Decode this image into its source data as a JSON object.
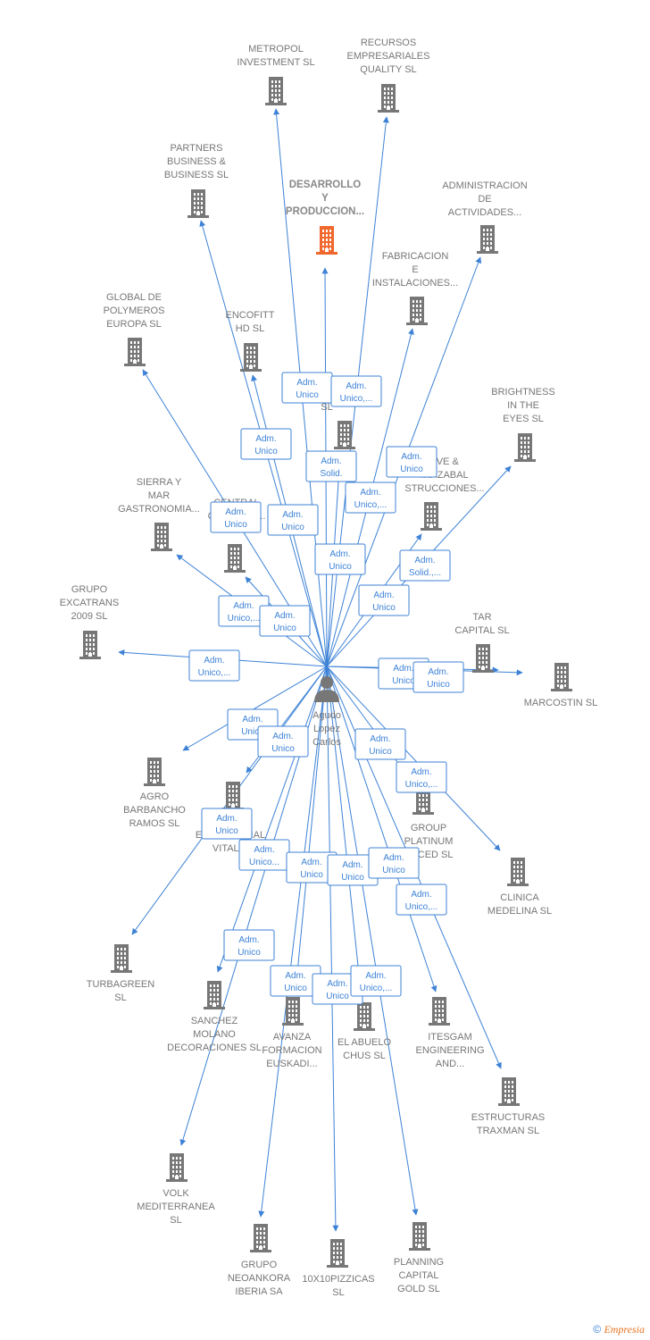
{
  "colors": {
    "edge": "#3d82d6",
    "building": "#777777",
    "highlight": "#f0682d",
    "label": "#777777"
  },
  "center": {
    "lines": [
      "Agudo",
      "Lopez",
      "Carlos"
    ],
    "icon": "person-icon"
  },
  "nodes": [
    {
      "lines": [
        "METROPOL",
        "INVESTMENT SL"
      ],
      "icon": "building-icon"
    },
    {
      "lines": [
        "RECURSOS",
        "EMPRESARIALES",
        "QUALITY  SL"
      ],
      "icon": "building-icon"
    },
    {
      "lines": [
        "PARTNERS",
        "BUSINESS &",
        "BUSINESS  SL"
      ],
      "icon": "building-icon"
    },
    {
      "lines": [
        "DESARROLLO",
        "Y",
        "PRODUCCION..."
      ],
      "icon": "building-icon",
      "highlight": true
    },
    {
      "lines": [
        "ADMINISTRACION",
        "DE",
        "ACTIVIDADES..."
      ],
      "icon": "building-icon"
    },
    {
      "lines": [
        "FABRICACION",
        "E",
        "INSTALACIONES..."
      ],
      "icon": "building-icon"
    },
    {
      "lines": [
        "GLOBAL DE",
        "POLYMEROS",
        "EUROPA  SL"
      ],
      "icon": "building-icon"
    },
    {
      "lines": [
        "ENCOFITT",
        "HD  SL"
      ],
      "icon": "building-icon"
    },
    {
      "lines": [
        "YE",
        "SL"
      ],
      "icon": "building-icon"
    },
    {
      "lines": [
        "BRIGHTNESS",
        "IN THE",
        "EYES  SL"
      ],
      "icon": "building-icon"
    },
    {
      "lines": [
        "AVE &",
        "IRAZABAL",
        "STRUCCIONES..."
      ],
      "icon": "building-icon"
    },
    {
      "lines": [
        "SIERRA Y",
        "MAR",
        "GASTRONOMIA..."
      ],
      "icon": "building-icon"
    },
    {
      "lines": [
        "CENTRAL",
        "COMPRAS..."
      ],
      "icon": "building-icon"
    },
    {
      "lines": [
        "GRUPO",
        "EXCATRANS",
        "2009  SL"
      ],
      "icon": "building-icon"
    },
    {
      "lines": [
        "TAR",
        "CAPITAL  SL"
      ],
      "icon": "building-icon"
    },
    {
      "lines": [
        "MARCOSTIN SL"
      ],
      "icon": "building-icon"
    },
    {
      "lines": [
        "AGRO",
        "BARBANCHO",
        "RAMOS  SL"
      ],
      "icon": "building-icon"
    },
    {
      "lines": [
        "LO",
        "EMPRESARIAL",
        "VITALIA"
      ],
      "icon": "building-icon"
    },
    {
      "lines": [
        "GROUP",
        "PLATINUM",
        "ANCED  SL"
      ],
      "icon": "building-icon"
    },
    {
      "lines": [
        "CLINICA",
        "MEDELINA  SL"
      ],
      "icon": "building-icon"
    },
    {
      "lines": [
        "TURBAGREEN",
        "SL"
      ],
      "icon": "building-icon"
    },
    {
      "lines": [
        "SANCHEZ",
        "MOLANO",
        "DECORACIONES SL"
      ],
      "icon": "building-icon"
    },
    {
      "lines": [
        "AVANZA",
        "FORMACION",
        "EUSKADI..."
      ],
      "icon": "building-icon"
    },
    {
      "lines": [
        "EL ABUELO",
        "CHUS  SL"
      ],
      "icon": "building-icon"
    },
    {
      "lines": [
        "ITESGAM",
        "ENGINEERING",
        "AND..."
      ],
      "icon": "building-icon"
    },
    {
      "lines": [
        "ESTRUCTURAS",
        "TRAXMAN  SL"
      ],
      "icon": "building-icon"
    },
    {
      "lines": [
        "VOLK",
        "MEDITERRANEA",
        "SL"
      ],
      "icon": "building-icon"
    },
    {
      "lines": [
        "GRUPO",
        "NEOANKORA",
        "IBERIA SA"
      ],
      "icon": "building-icon"
    },
    {
      "lines": [
        "10X10PIZZICAS",
        "SL"
      ],
      "icon": "building-icon"
    },
    {
      "lines": [
        "PLANNING",
        "CAPITAL",
        "GOLD  SL"
      ],
      "icon": "building-icon"
    }
  ],
  "edge_labels": [
    [
      "Adm.",
      "Unico"
    ],
    [
      "Adm.",
      "Unico,..."
    ],
    [
      "Adm.",
      "Unico"
    ],
    [
      "Adm.",
      "Solid."
    ],
    [
      "Adm.",
      "Unico"
    ],
    [
      "Adm.",
      "Unico,..."
    ],
    [
      "Adm.",
      "Unico"
    ],
    [
      "Adm.",
      "Unico"
    ],
    [
      "Adm.",
      "Unico"
    ],
    [
      "Adm.",
      "Solid.,..."
    ],
    [
      "Adm.",
      "Unico"
    ],
    [
      "Adm.",
      "Unico,..."
    ],
    [
      "Adm.",
      "Unico"
    ],
    [
      "Adm.",
      "Unico,..."
    ],
    [
      "Adm.",
      "Unico"
    ],
    [
      "Adm.",
      "Unico"
    ],
    [
      "Adm.",
      "Unico"
    ],
    [
      "Adm.",
      "Unico"
    ],
    [
      "Adm.",
      "Unico"
    ],
    [
      "Adm.",
      "Unico,..."
    ],
    [
      "Adm.",
      "Unico"
    ],
    [
      "Adm.",
      "Unico..."
    ],
    [
      "Adm.",
      "Unico"
    ],
    [
      "Adm.",
      "Unico"
    ],
    [
      "Adm.",
      "Unico"
    ],
    [
      "Adm.",
      "Unico,..."
    ],
    [
      "Adm.",
      "Unico"
    ],
    [
      "Adm.",
      "Unico"
    ],
    [
      "Adm.",
      "Unico"
    ],
    [
      "Adm.",
      "Unico,..."
    ]
  ],
  "footer": {
    "copyright": "©",
    "brand": "Empresia"
  }
}
